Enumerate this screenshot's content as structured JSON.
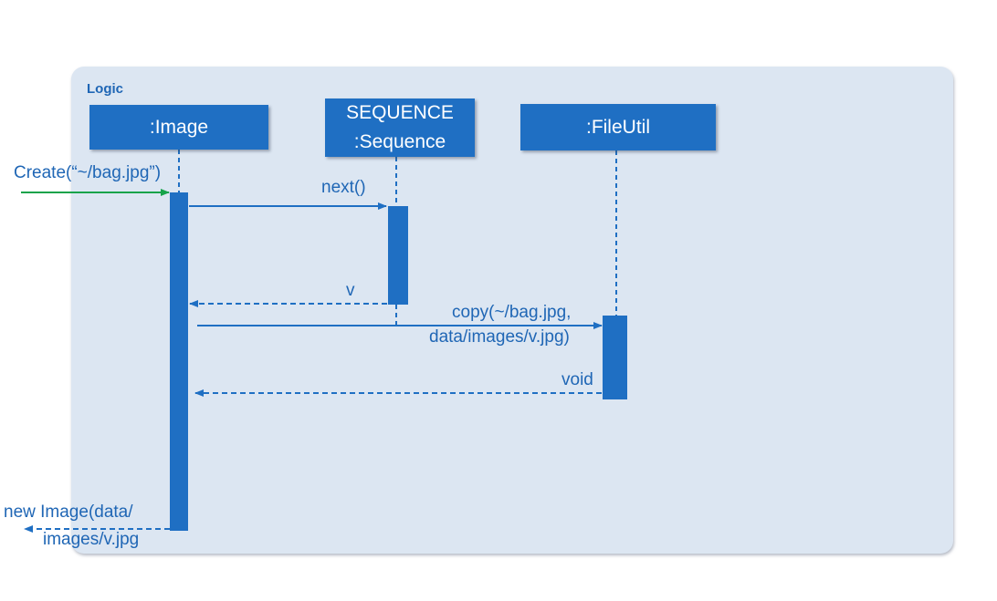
{
  "frame": {
    "label": "Logic"
  },
  "lifelines": {
    "image": {
      "label": ":Image"
    },
    "sequence": {
      "line1": "SEQUENCE",
      "line2": ":Sequence"
    },
    "fileutil": {
      "label": ":FileUtil"
    }
  },
  "messages": {
    "create": "Create(“~/bag.jpg”)",
    "next": "next()",
    "return_v": "v",
    "copy_line1": "copy(~/bag.jpg,",
    "copy_line2": "data/images/v.jpg)",
    "return_void": "void",
    "new_image_line1": "new Image(data/",
    "new_image_line2": "images/v.jpg"
  },
  "colors": {
    "frame_fill": "#dce6f2",
    "box_fill": "#1f6fc3",
    "arrow": "#1f6fc3",
    "create_arrow": "#16a34a"
  }
}
